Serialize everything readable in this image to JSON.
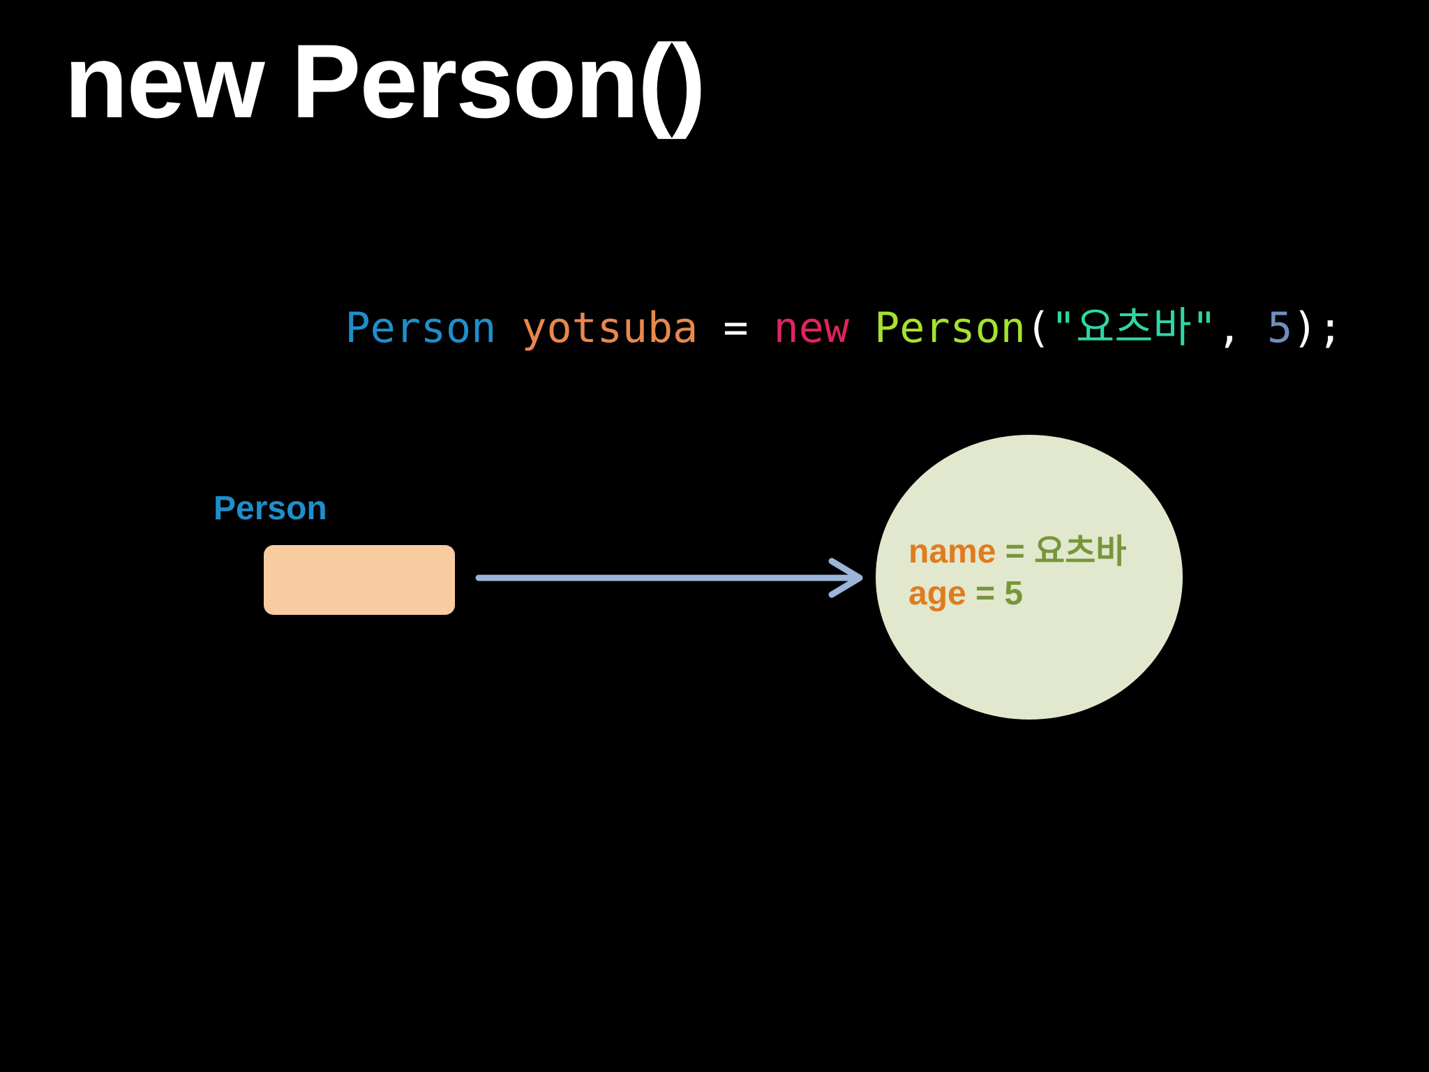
{
  "slide": {
    "title": "new Person()",
    "background_color": "#000000"
  },
  "code": {
    "tokens": [
      {
        "text": "Person",
        "color": "#1f8fcc"
      },
      {
        "text": " ",
        "color": "#ffffff"
      },
      {
        "text": "yotsuba",
        "color": "#e8884e"
      },
      {
        "text": " = ",
        "color": "#ffffff"
      },
      {
        "text": "new",
        "color": "#e0245e"
      },
      {
        "text": " ",
        "color": "#ffffff"
      },
      {
        "text": "Person",
        "color": "#a6e22e"
      },
      {
        "text": "(",
        "color": "#ffffff"
      },
      {
        "text": "\"요츠바\"",
        "color": "#2fd6a3"
      },
      {
        "text": ", ",
        "color": "#ffffff"
      },
      {
        "text": "5",
        "color": "#6f8fbf"
      },
      {
        "text": ");",
        "color": "#ffffff"
      }
    ]
  },
  "diagram": {
    "variable_label": "Person",
    "variable_label_color": "#1f8fcc",
    "variable_box_color": "#f9cba0",
    "arrow_color": "#9bb5d9",
    "object_color": "#e1e8cd",
    "fields": [
      {
        "key": "name",
        "sep": " = ",
        "value": "요츠바"
      },
      {
        "key": "age",
        "sep": " = ",
        "value": "5"
      }
    ],
    "field_key_color": "#e07b1f",
    "field_value_color": "#77963a"
  }
}
